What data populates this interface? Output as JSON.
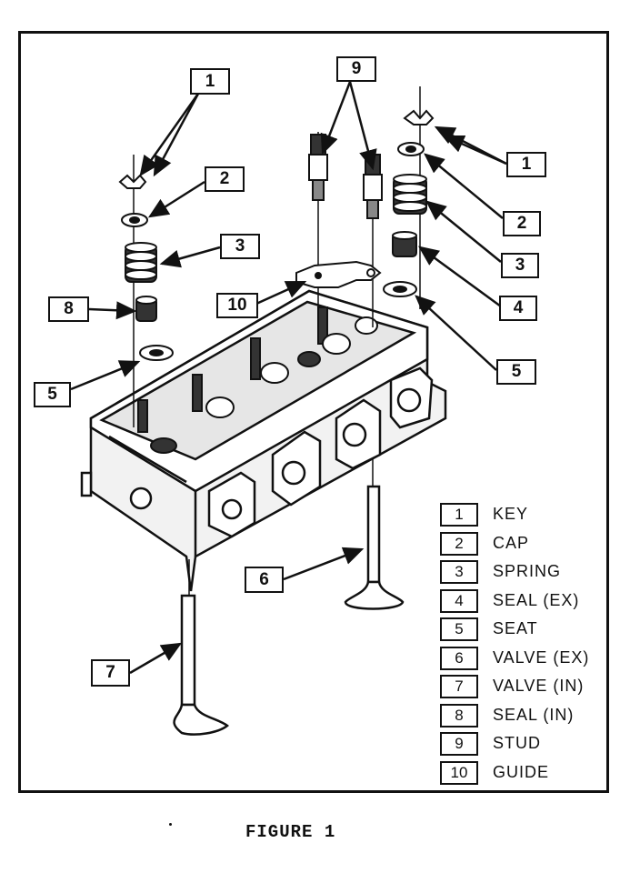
{
  "figure": {
    "caption": "FIGURE 1"
  },
  "callouts": [
    {
      "id": "c1-left",
      "label": "1"
    },
    {
      "id": "c9",
      "label": "9"
    },
    {
      "id": "c1-right",
      "label": "1"
    },
    {
      "id": "c2-left",
      "label": "2"
    },
    {
      "id": "c2-right",
      "label": "2"
    },
    {
      "id": "c3-left",
      "label": "3"
    },
    {
      "id": "c3-right",
      "label": "3"
    },
    {
      "id": "c8",
      "label": "8"
    },
    {
      "id": "c10",
      "label": "10"
    },
    {
      "id": "c4",
      "label": "4"
    },
    {
      "id": "c5-left",
      "label": "5"
    },
    {
      "id": "c5-right",
      "label": "5"
    },
    {
      "id": "c6",
      "label": "6"
    },
    {
      "id": "c7",
      "label": "7"
    }
  ],
  "legend": [
    {
      "num": "1",
      "text": "KEY"
    },
    {
      "num": "2",
      "text": "CAP"
    },
    {
      "num": "3",
      "text": "SPRING"
    },
    {
      "num": "4",
      "text": "SEAL (EX)"
    },
    {
      "num": "5",
      "text": "SEAT"
    },
    {
      "num": "6",
      "text": "VALVE (EX)"
    },
    {
      "num": "7",
      "text": "VALVE (IN)"
    },
    {
      "num": "8",
      "text": "SEAL (IN)"
    },
    {
      "num": "9",
      "text": "STUD"
    },
    {
      "num": "10",
      "text": "GUIDE"
    }
  ]
}
